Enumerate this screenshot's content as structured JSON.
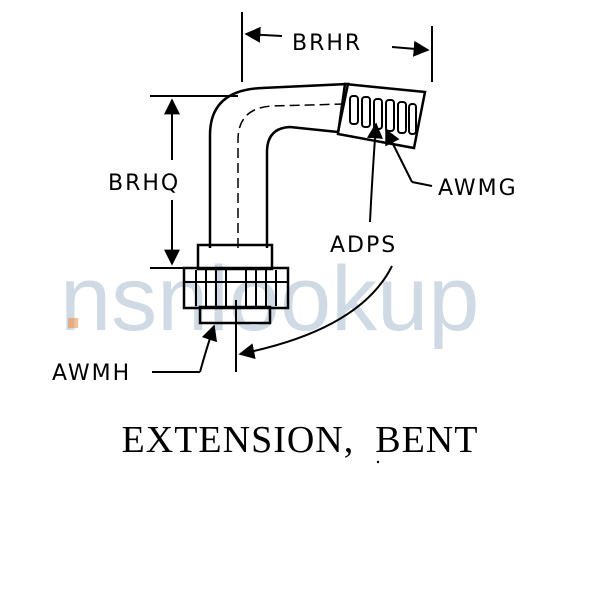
{
  "labels": {
    "brhr": "BRHR",
    "brhq": "BRHQ",
    "awmg": "AWMG",
    "adps": "ADPS",
    "awmh": "AWMH"
  },
  "watermark": "nsnlookup",
  "caption": "EXTENSION,  BENT",
  "colors": {
    "ink": "#000000",
    "watermark": "#6e8fb0",
    "watermark_dot": "#f08a3c"
  }
}
